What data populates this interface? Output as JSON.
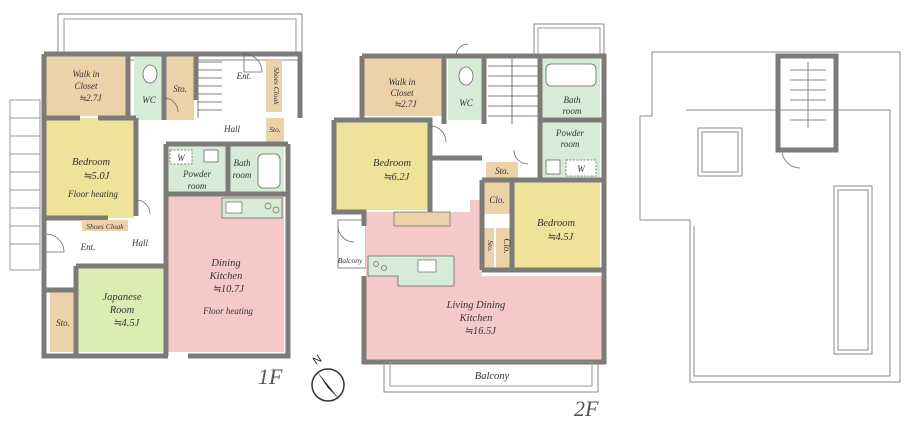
{
  "colors": {
    "wall": "#7d7b78",
    "closet": "#ecd2a8",
    "bedroom": "#efe29b",
    "wet": "#d6ecd6",
    "ldk": "#f6c9c9",
    "tatami": "#dcedb4",
    "storage": "#ecd2a8"
  },
  "floor1": {
    "label": "1F",
    "walk_in_closet": {
      "name": "Walk in Closet",
      "line1": "Walk in",
      "line2": "Closet",
      "size": "≒2.7J"
    },
    "wc": "WC",
    "sto_top": "Sto.",
    "ent_top": "Ent.",
    "shoes_closet_vertical": "Shoes Cloak",
    "hall_top": "Hall",
    "sto_small": "Sto.",
    "bedroom": {
      "name": "Bedroom",
      "size": "≒5.0J",
      "note": "Floor heating"
    },
    "washer": "W",
    "powder_room": {
      "line1": "Powder",
      "line2": "room"
    },
    "bath_room": {
      "line1": "Bath",
      "line2": "room"
    },
    "shoes_closet": "Shoes Cloak",
    "ent_bottom": "Ent.",
    "hall_bottom": "Hall",
    "dining_kitchen": {
      "line1": "Dining",
      "line2": "Kitchen",
      "size": "≒10.7J",
      "note": "Floor heating"
    },
    "japanese_room": {
      "line1": "Japanese",
      "line2": "Room",
      "size": "≒4.5J"
    },
    "sto_bottom": "Sto."
  },
  "floor2": {
    "label": "2F",
    "walk_in_closet": {
      "line1": "Walk in",
      "line2": "Closet",
      "size": "≒2.7J"
    },
    "wc": "WC",
    "bath_room": {
      "line1": "Bath",
      "line2": "room"
    },
    "powder_room": {
      "line1": "Powder",
      "line2": "room"
    },
    "washer": "W",
    "sto": "Sto.",
    "bedroom_left": {
      "name": "Bedroom",
      "size": "≒6.2J"
    },
    "clo_top": "Clo.",
    "bedroom_right": {
      "name": "Bedroom",
      "size": "≒4.5J"
    },
    "sto_vertical": "Sto.",
    "clo_vertical": "Clo.",
    "balcony_small": "Balcony",
    "ldk": {
      "line1": "Living Dining",
      "line2": "Kitchen",
      "size": "≒16.5J"
    },
    "balcony": "Balcony"
  },
  "compass": {
    "label": "N"
  }
}
